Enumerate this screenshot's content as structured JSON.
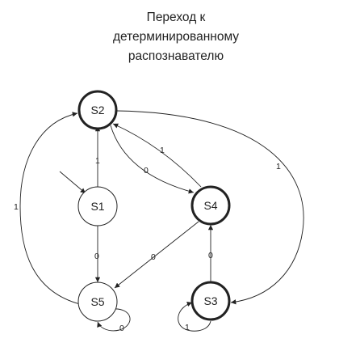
{
  "title": {
    "lines": [
      "Переход к",
      "детерминированному",
      "распознавателю"
    ]
  },
  "nodes": [
    {
      "id": "S2",
      "label": "S2",
      "final": true
    },
    {
      "id": "S1",
      "label": "S1",
      "final": false,
      "initial": true
    },
    {
      "id": "S4",
      "label": "S4",
      "final": true
    },
    {
      "id": "S5",
      "label": "S5",
      "final": false
    },
    {
      "id": "S3",
      "label": "S3",
      "final": true
    }
  ],
  "edges": [
    {
      "id": "s1-s2",
      "from": "S1",
      "to": "S2",
      "label": "1"
    },
    {
      "id": "s1-s5",
      "from": "S1",
      "to": "S5",
      "label": "0"
    },
    {
      "id": "s2-s4",
      "from": "S2",
      "to": "S4",
      "label": "0"
    },
    {
      "id": "s4-s2",
      "from": "S4",
      "to": "S2",
      "label": "1"
    },
    {
      "id": "s2-s3",
      "from": "S2",
      "to": "S3",
      "label": "1"
    },
    {
      "id": "s4-s5",
      "from": "S4",
      "to": "S5",
      "label": "0"
    },
    {
      "id": "s3-s4",
      "from": "S3",
      "to": "S4",
      "label": "0"
    },
    {
      "id": "s5-s2",
      "from": "S5",
      "to": "S2",
      "label": "1"
    },
    {
      "id": "s5-s5",
      "from": "S5",
      "to": "S5",
      "label": "0"
    },
    {
      "id": "s3-s3",
      "from": "S3",
      "to": "S3",
      "label": "1"
    }
  ]
}
